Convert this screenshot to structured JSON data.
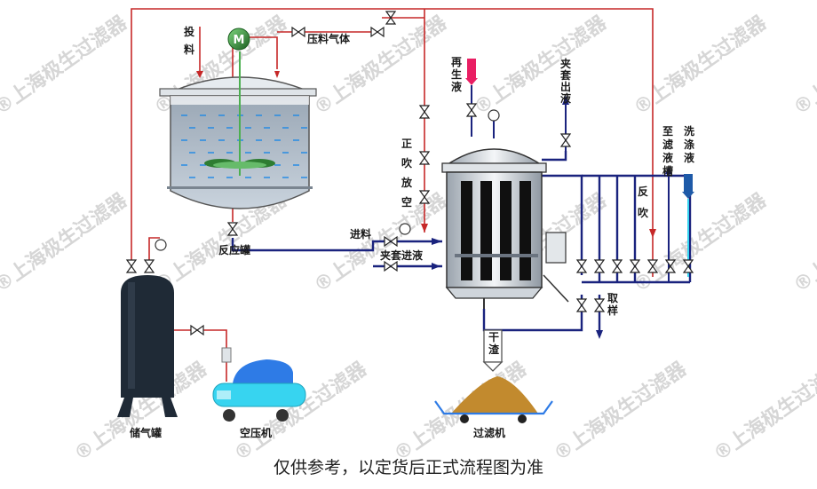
{
  "labels": {
    "feed_in": "投料",
    "motor": "M",
    "press_gas": "压料气体",
    "regen_liquid": "再生液",
    "jacket_out": "夹套出液",
    "forward_blow_vent": "正吹放空",
    "to_filtrate_tank": "至滤液槽",
    "wash_liquid": "洗涤液",
    "back_blow": "反吹",
    "reactor": "反应罐",
    "feed": "进料",
    "jacket_in": "夹套进液",
    "sampling": "取样",
    "dry_residue": "干渣",
    "gas_tank": "储气罐",
    "compressor": "空压机",
    "filter_machine": "过滤机"
  },
  "caption": "仅供参考，以定货后正式流程图为准",
  "watermark": "上海极生过滤器",
  "colors": {
    "pipe_blue": "#1a237e",
    "pipe_red": "#c62828",
    "motor_green": "#2e7d32",
    "sludge": "#c28a2e",
    "regen_pink": "#e91e63",
    "wash_blue": "#1e5aa8",
    "tank_dark": "#1f2a36",
    "compressor_blue": "#2e7be6",
    "compressor_cyan": "#37d4f0"
  }
}
